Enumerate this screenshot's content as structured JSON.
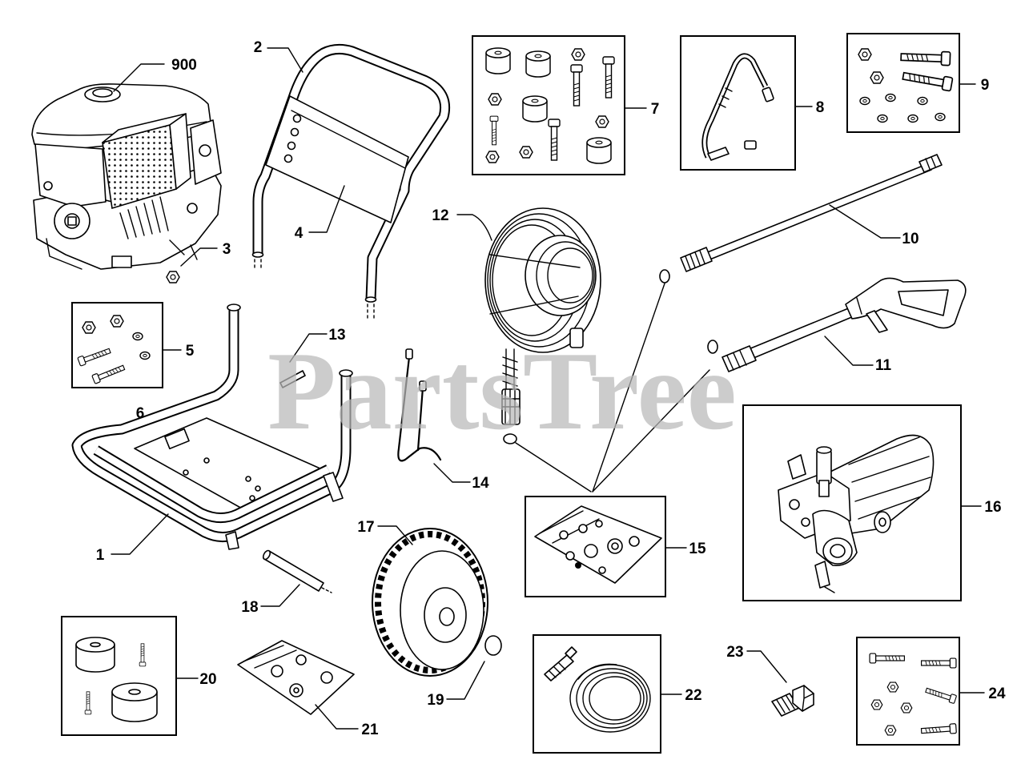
{
  "watermark": "PartsTree",
  "callouts": [
    "900",
    "2",
    "3",
    "4",
    "5",
    "6",
    "1",
    "7",
    "8",
    "9",
    "12",
    "10",
    "11",
    "13",
    "14",
    "15",
    "16",
    "17",
    "18",
    "19",
    "20",
    "21",
    "22",
    "23",
    "24"
  ],
  "colors": {
    "line": "#000000",
    "background": "#ffffff",
    "watermark": "#b9b9b9"
  }
}
